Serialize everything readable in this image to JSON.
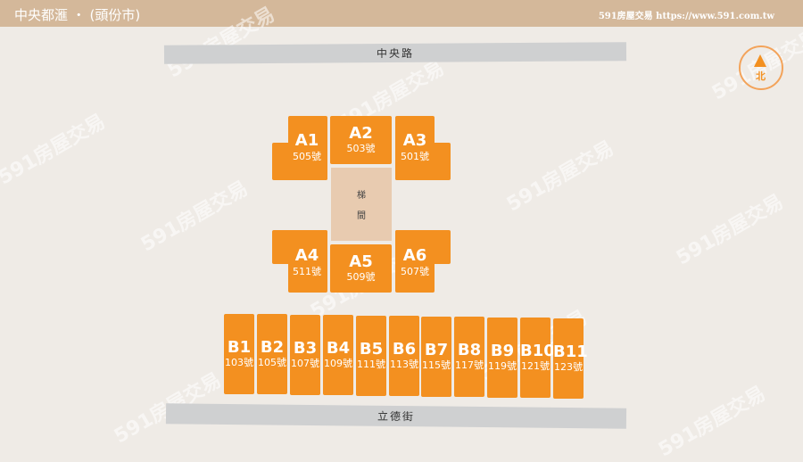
{
  "header": {
    "title": "中央都滙 ・ (頭份市)",
    "brand": "591房屋交易 https://www.591.com.tw"
  },
  "roads": {
    "top": "中央路",
    "bottom": "立德街"
  },
  "compass": {
    "label": "北"
  },
  "stair": {
    "line1": "梯",
    "line2": "間"
  },
  "a_units": [
    {
      "code": "A1",
      "num": "505號"
    },
    {
      "code": "A2",
      "num": "503號"
    },
    {
      "code": "A3",
      "num": "501號"
    },
    {
      "code": "A4",
      "num": "511號"
    },
    {
      "code": "A5",
      "num": "509號"
    },
    {
      "code": "A6",
      "num": "507號"
    }
  ],
  "b_units": [
    {
      "code": "B1",
      "num": "103號"
    },
    {
      "code": "B2",
      "num": "105號"
    },
    {
      "code": "B3",
      "num": "107號"
    },
    {
      "code": "B4",
      "num": "109號"
    },
    {
      "code": "B5",
      "num": "111號"
    },
    {
      "code": "B6",
      "num": "113號"
    },
    {
      "code": "B7",
      "num": "115號"
    },
    {
      "code": "B8",
      "num": "117號"
    },
    {
      "code": "B9",
      "num": "119號"
    },
    {
      "code": "B10",
      "num": "121號"
    },
    {
      "code": "B11",
      "num": "123號"
    }
  ],
  "watermark": "591房屋交易",
  "colors": {
    "unit": "#f39020",
    "header": "#d4b89a",
    "road": "#cfd0d1",
    "stair": "#e8cbb0"
  }
}
